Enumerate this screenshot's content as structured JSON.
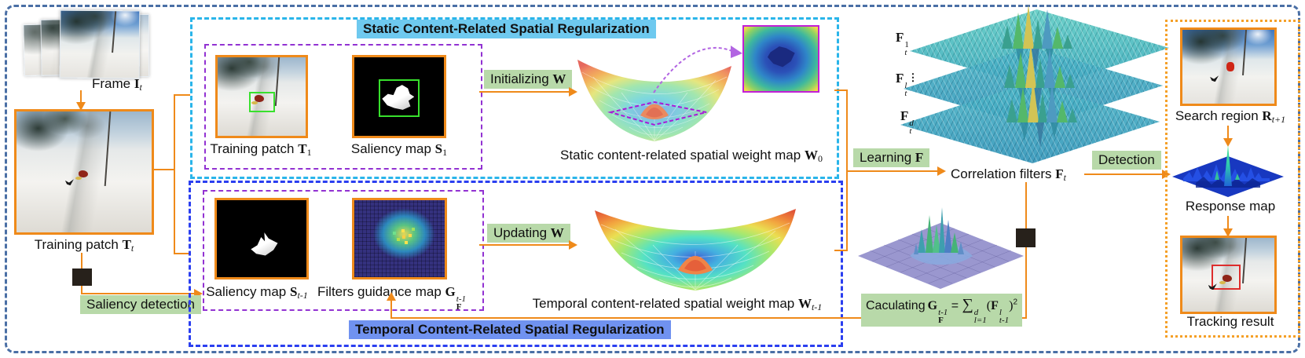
{
  "colors": {
    "arrow_orange": "#ef8a1a",
    "green_label_bg": "#b8d9a9",
    "static_title_bg": "#6ec9ef",
    "temporal_title_bg": "#7092f0",
    "static_border": "#2ab5ea",
    "temporal_border": "#2b3ff0",
    "inner_border": "#9232d2",
    "panel_border": "#f5a028",
    "outer_border": "#4a6fa5"
  },
  "left": {
    "frame_label": {
      "pre": "Frame ",
      "var": "I",
      "sub": "t"
    },
    "training_patch_label": {
      "pre": "Training patch ",
      "var": "T",
      "sub": "t"
    },
    "saliency_detection_label": "Saliency detection"
  },
  "static_box": {
    "title": "Static Content-Related Spatial Regularization",
    "training_patch_1": {
      "pre": "Training patch ",
      "var": "T",
      "sub": "1"
    },
    "saliency_map_1": {
      "pre": "Saliency map ",
      "var": "S",
      "sub": "1"
    },
    "initializing": {
      "pre": "Initializing ",
      "var": "W"
    },
    "weight_map": {
      "pre": "Static content-related spatial weight map ",
      "var": "W",
      "sub": "0"
    }
  },
  "temporal_box": {
    "title": "Temporal Content-Related Spatial Regularization",
    "saliency_map_t1": {
      "pre": "Saliency map ",
      "var": "S",
      "sub": "t-1"
    },
    "guidance_map": {
      "pre": "Filters guidance map ",
      "var": "G",
      "sub": "F",
      "sup": "t-1"
    },
    "updating": {
      "pre": "Updating ",
      "var": "W"
    },
    "weight_map": {
      "pre": "Temporal content-related spatial weight map ",
      "var": "W",
      "sub": "t-1"
    }
  },
  "filters": {
    "f1": {
      "var": "F",
      "sup": "1",
      "sub": "t"
    },
    "fl": {
      "var": "F",
      "sup": "l",
      "sub": "t",
      "dots": "⋮"
    },
    "fd": {
      "var": "F",
      "sup": "d",
      "sub": "t"
    },
    "learning": {
      "pre": "Learning ",
      "var": "F"
    },
    "correlation": {
      "pre": "Correlation filters ",
      "var": "F",
      "sub": "t"
    },
    "detection": "Detection",
    "formula": {
      "pre": "Caculating",
      "g": "G",
      "g_sup": "t-1",
      "g_sub": "F",
      "eq": " = ",
      "sum": "∑",
      "sum_sup": "d",
      "sum_sub": "l=1",
      "open": "(",
      "f": "F",
      "f_sup": "l",
      "f_sub": "t-1",
      "close": ")",
      "pow": "2"
    }
  },
  "right_panel": {
    "search_label": {
      "pre": "Search region ",
      "var": "R",
      "sub": "t+1"
    },
    "response_label": "Response map",
    "tracking_label": "Tracking result"
  }
}
